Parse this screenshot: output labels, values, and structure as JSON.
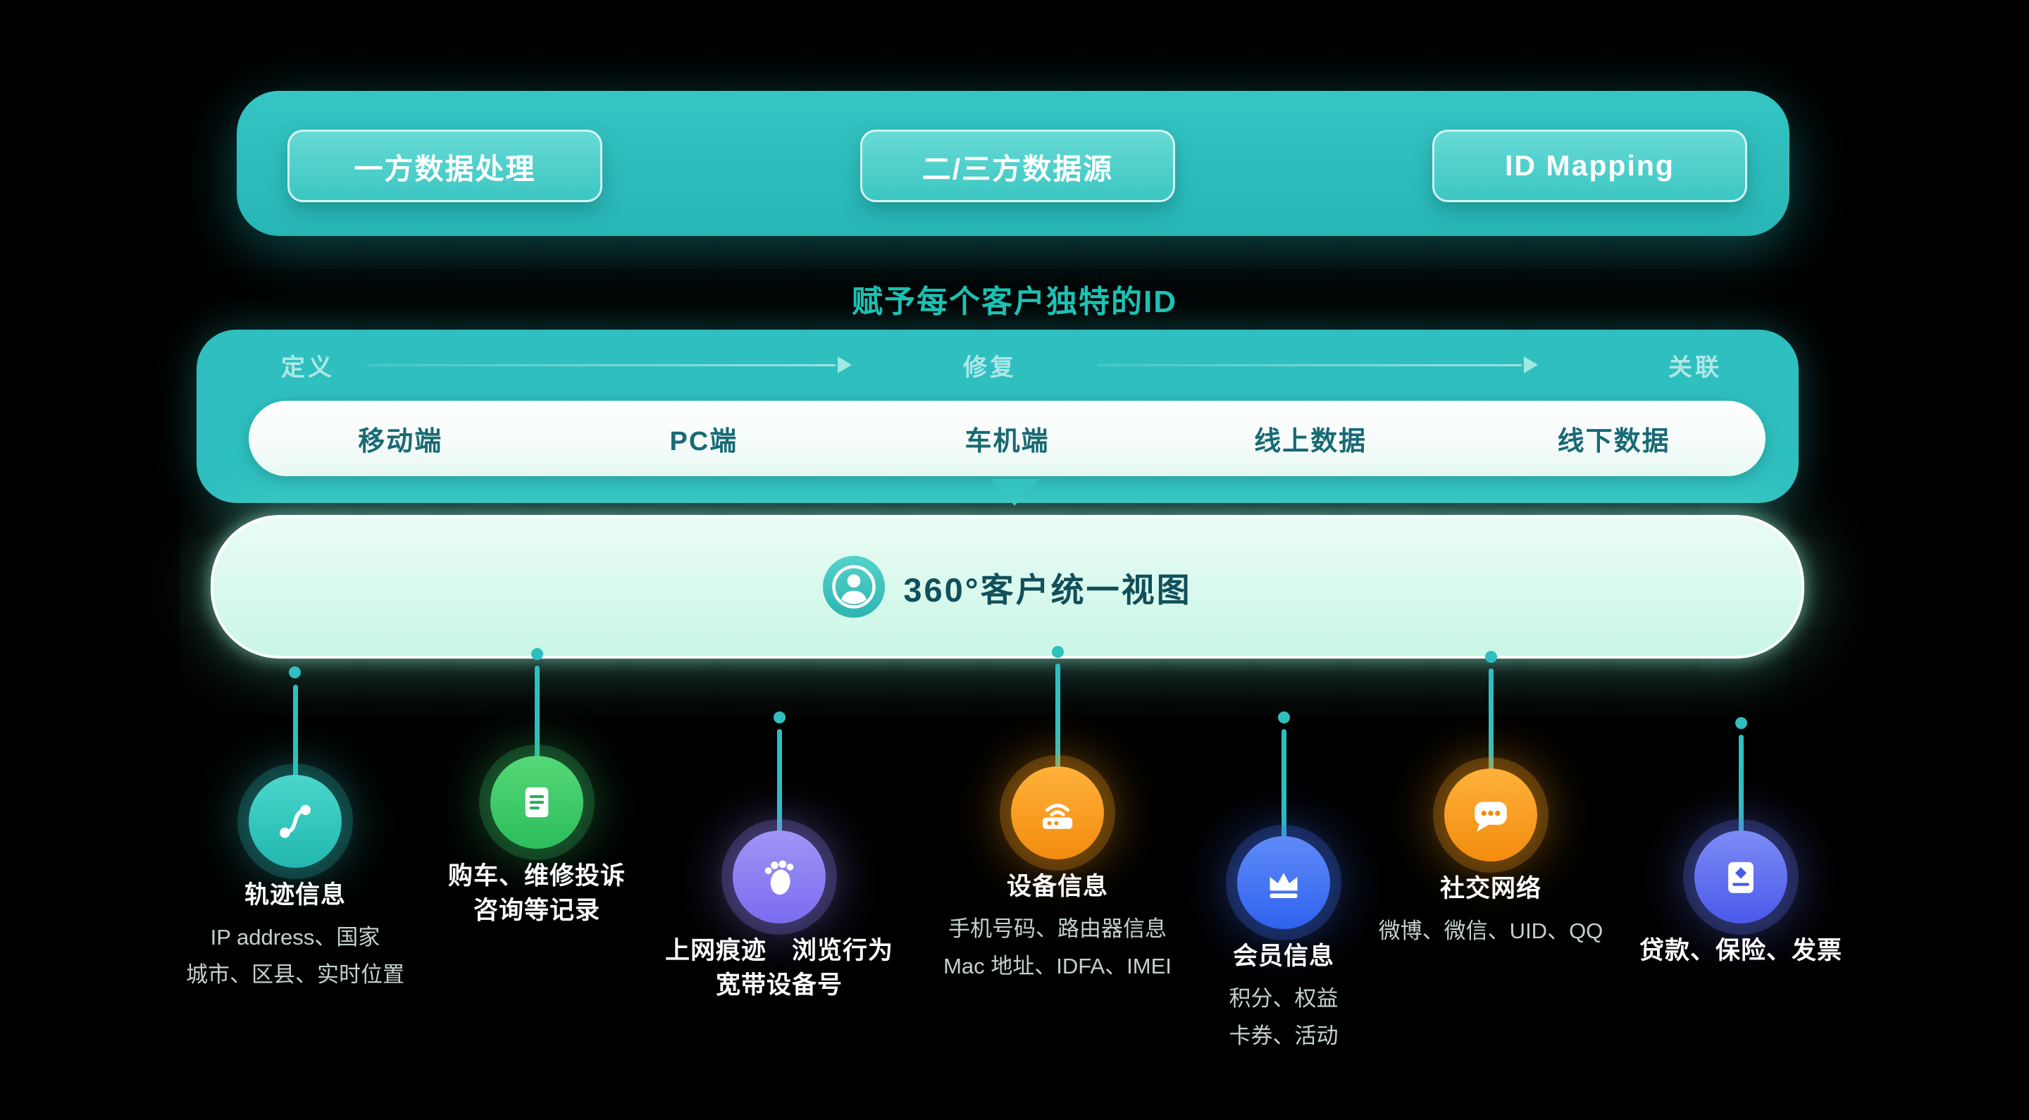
{
  "colors": {
    "background": "#000000",
    "teal": "#2fbfbf",
    "headline_teal": "#1cc2b4",
    "channel_text": "#186a74",
    "unified_text": "#114f5a",
    "source_teal": "#2fc5bf",
    "source_green": "#3ccb6b",
    "source_purple": "#8b7ef1",
    "source_orange": "#f79c18",
    "source_blue": "#3e6ff2",
    "source_indigo": "#5f6ff0"
  },
  "top_banner": {
    "buttons": [
      {
        "label": "一方数据处理"
      },
      {
        "label": "二/三方数据源"
      },
      {
        "label": "ID Mapping"
      }
    ]
  },
  "headline": "赋予每个客户独特的ID",
  "pipeline": {
    "stages": [
      {
        "label": "定义"
      },
      {
        "label": "修复"
      },
      {
        "label": "关联"
      }
    ],
    "channels": [
      {
        "label": "移动端"
      },
      {
        "label": "PC端"
      },
      {
        "label": "车机端"
      },
      {
        "label": "线上数据"
      },
      {
        "label": "线下数据"
      }
    ]
  },
  "unified_view": {
    "label": "360°客户统一视图"
  },
  "sources": [
    {
      "icon": "route-icon",
      "color": "#2fc5bf",
      "title": "轨迹信息",
      "desc1": "IP address、国家",
      "desc2": "城市、区县、实时位置"
    },
    {
      "icon": "document-icon",
      "color": "#3ccb6b",
      "title1": "购车、维修投诉",
      "title2": "咨询等记录"
    },
    {
      "icon": "footprint-icon",
      "color": "#8b7ef1",
      "title1": "上网痕迹　浏览行为",
      "title2": "宽带设备号"
    },
    {
      "icon": "router-icon",
      "color": "#f79c18",
      "title": "设备信息",
      "desc1": "手机号码、路由器信息",
      "desc2": "Mac 地址、IDFA、IMEI"
    },
    {
      "icon": "crown-icon",
      "color": "#3e6ff2",
      "title": "会员信息",
      "desc1": "积分、权益",
      "desc2": "卡券、活动"
    },
    {
      "icon": "chat-icon",
      "color": "#f79c18",
      "title": "社交网络",
      "desc1": "微博、微信、UID、QQ"
    },
    {
      "icon": "finance-icon",
      "color": "#5f6ff0",
      "title": "贷款、保险、发票"
    }
  ]
}
